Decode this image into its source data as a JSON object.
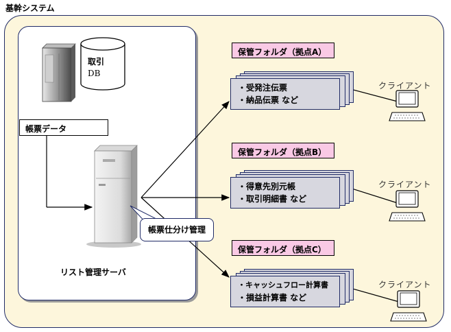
{
  "system": {
    "title": "基幹システム"
  },
  "db": {
    "label_line1": "取引",
    "label_line2": "DB"
  },
  "ledger_box": {
    "label": "帳票データ"
  },
  "server": {
    "label": "リスト管理サーバ",
    "callout": "帳票仕分け管理"
  },
  "folders": [
    {
      "title": "保管フォルダ（拠点A）",
      "lines": [
        "・受発注伝票",
        "・納品伝票  など"
      ]
    },
    {
      "title": "保管フォルダ（拠点B）",
      "lines": [
        "・得意先別元帳",
        "・取引明細書 など"
      ]
    },
    {
      "title": "保管フォルダ（拠点C）",
      "lines": [
        "・キャッシュフロー計算書",
        "・損益計算書  など"
      ]
    }
  ],
  "clients": [
    {
      "label": "クライアント"
    },
    {
      "label": "クライアント"
    },
    {
      "label": "クライアント"
    }
  ],
  "colors": {
    "outer_bg": "#fdf6dc",
    "border": "#1f2a66",
    "folder_title_bg": "#f9c9e5",
    "folder_sheet_bg": "#d7d7df"
  }
}
